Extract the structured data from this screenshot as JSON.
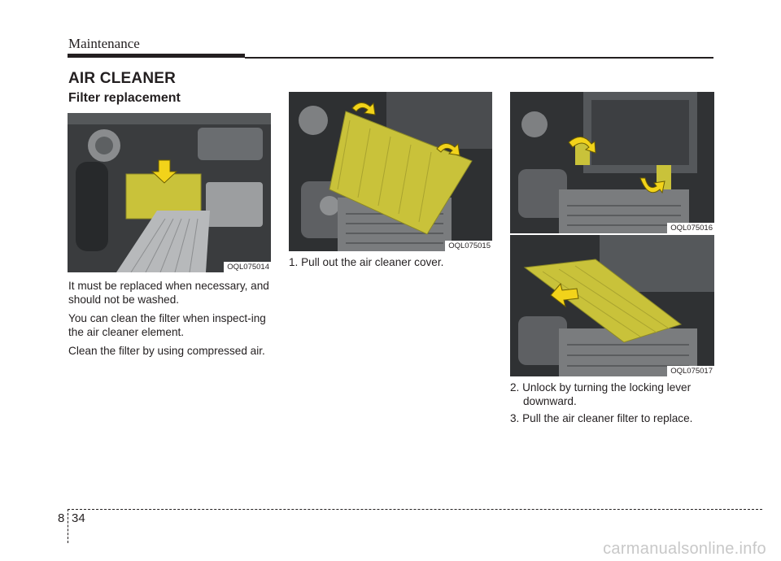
{
  "header": {
    "title": "Maintenance"
  },
  "section": {
    "title": "AIR CLEANER",
    "subtitle": "Filter replacement"
  },
  "photos": {
    "p1": {
      "code": "OQL075014"
    },
    "p2": {
      "code": "OQL075015"
    },
    "p3": {
      "code": "OQL075016"
    },
    "p4": {
      "code": "OQL075017"
    }
  },
  "left_column": {
    "para1": "It must be replaced when necessary, and should not be washed.",
    "para2": "You can clean the filter when inspect-ing the air cleaner element.",
    "para3": "Clean the filter by using compressed air."
  },
  "steps": {
    "step1": "1. Pull out the air cleaner cover.",
    "step2": "2. Unlock by turning the locking lever downward.",
    "step3": "3. Pull the air cleaner filter to replace."
  },
  "footer": {
    "chapter": "8",
    "page": "34"
  },
  "watermark": "carmanualsonline.info",
  "colors": {
    "highlight": "#c9c23a",
    "arrow": "#f2d31a",
    "ink": "#231f20"
  }
}
